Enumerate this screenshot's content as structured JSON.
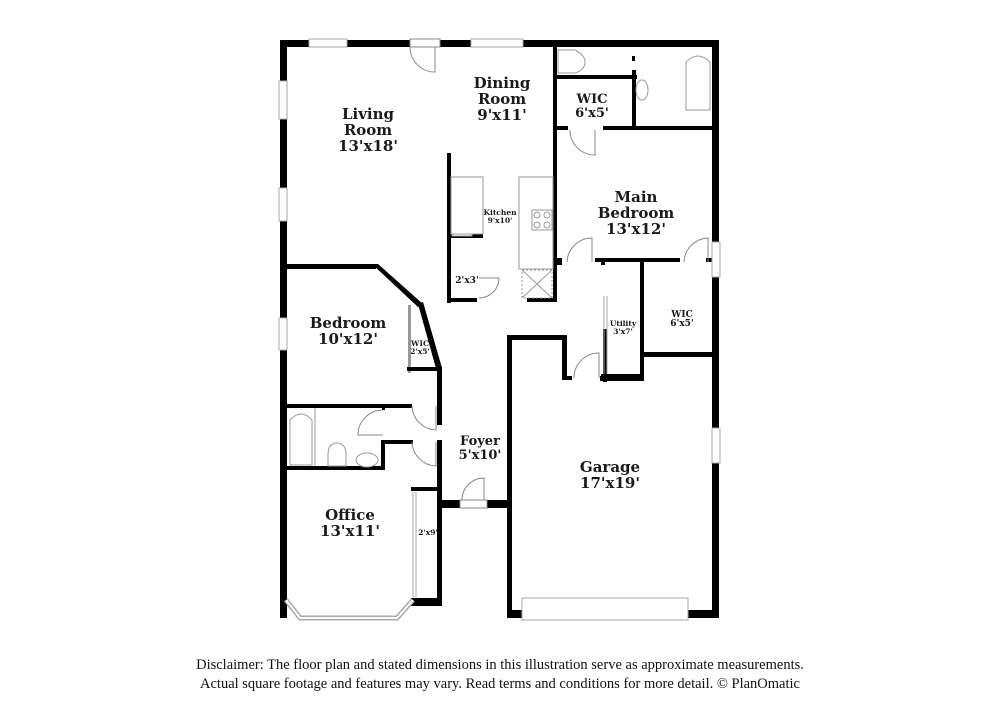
{
  "floor_plan": {
    "rooms": [
      {
        "id": "living-room",
        "name_line1": "Living",
        "name_line2": "Room",
        "dims": "13'x18'"
      },
      {
        "id": "dining-room",
        "name_line1": "Dining",
        "name_line2": "Room",
        "dims": "9'x11'"
      },
      {
        "id": "kitchen",
        "name_line1": "Kitchen",
        "dims": "9'x10'"
      },
      {
        "id": "pantry",
        "dims": "2'x3'"
      },
      {
        "id": "main-wic",
        "name_line1": "WIC",
        "dims": "6'x5'"
      },
      {
        "id": "main-bedroom",
        "name_line1": "Main",
        "name_line2": "Bedroom",
        "dims": "13'x12'"
      },
      {
        "id": "bedroom",
        "name_line1": "Bedroom",
        "dims": "10'x12'"
      },
      {
        "id": "bedroom-wic",
        "name_line1": "WIC",
        "dims": "2'x5'"
      },
      {
        "id": "utility",
        "name_line1": "Utility",
        "dims": "3'x7'"
      },
      {
        "id": "wic-2",
        "name_line1": "WIC",
        "dims": "6'x5'"
      },
      {
        "id": "foyer",
        "name_line1": "Foyer",
        "dims": "5'x10'"
      },
      {
        "id": "garage",
        "name_line1": "Garage",
        "dims": "17'x19'"
      },
      {
        "id": "office",
        "name_line1": "Office",
        "dims": "13'x11'"
      },
      {
        "id": "office-closet",
        "dims": "2'x9'"
      }
    ],
    "colors": {
      "wall": "#000000",
      "fixture": "#9a9a9a",
      "window": "#bdbdbd",
      "text": "#1a1a1a"
    }
  },
  "disclaimer": {
    "line1": "Disclaimer: The floor plan and stated dimensions in this illustration serve as approximate measurements.",
    "line2": "Actual square footage and features may vary. Read terms and conditions for more detail. © PlanOmatic"
  }
}
